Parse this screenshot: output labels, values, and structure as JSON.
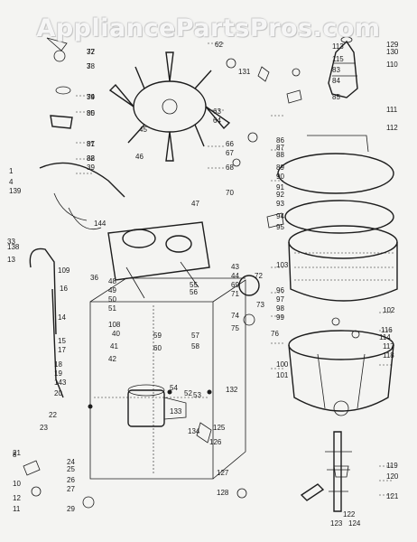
{
  "watermark": "AppliancePartsPros.com",
  "callouts": [
    "32",
    "3",
    "34",
    "35",
    "37",
    "38",
    "39",
    "36",
    "1",
    "4",
    "139",
    "144",
    "33",
    "138",
    "13",
    "109",
    "16",
    "14",
    "15",
    "17",
    "18",
    "19",
    "143",
    "20",
    "22",
    "23",
    "21",
    "10",
    "12",
    "11",
    "8",
    "24",
    "25",
    "26",
    "27",
    "29",
    "62",
    "131",
    "63",
    "64",
    "66",
    "67",
    "68",
    "70",
    "45",
    "46",
    "47",
    "48",
    "49",
    "50",
    "51",
    "52",
    "53",
    "54",
    "55",
    "56",
    "57",
    "58",
    "59",
    "60",
    "132",
    "133",
    "134",
    "125",
    "126",
    "127",
    "128",
    "129",
    "130",
    "110",
    "111",
    "112",
    "113",
    "115",
    "83",
    "84",
    "85",
    "86",
    "87",
    "88",
    "89",
    "90",
    "91",
    "92",
    "93",
    "94",
    "95",
    "96",
    "97",
    "98",
    "99",
    "100",
    "101",
    "102",
    "103",
    "114",
    "116",
    "117",
    "118",
    "119",
    "120",
    "121",
    "122",
    "123",
    "124",
    "108",
    "40",
    "41",
    "42",
    "43",
    "44",
    "69",
    "71",
    "72",
    "73",
    "74",
    "75",
    "76",
    "77",
    "78",
    "79",
    "80",
    "81",
    "82"
  ]
}
